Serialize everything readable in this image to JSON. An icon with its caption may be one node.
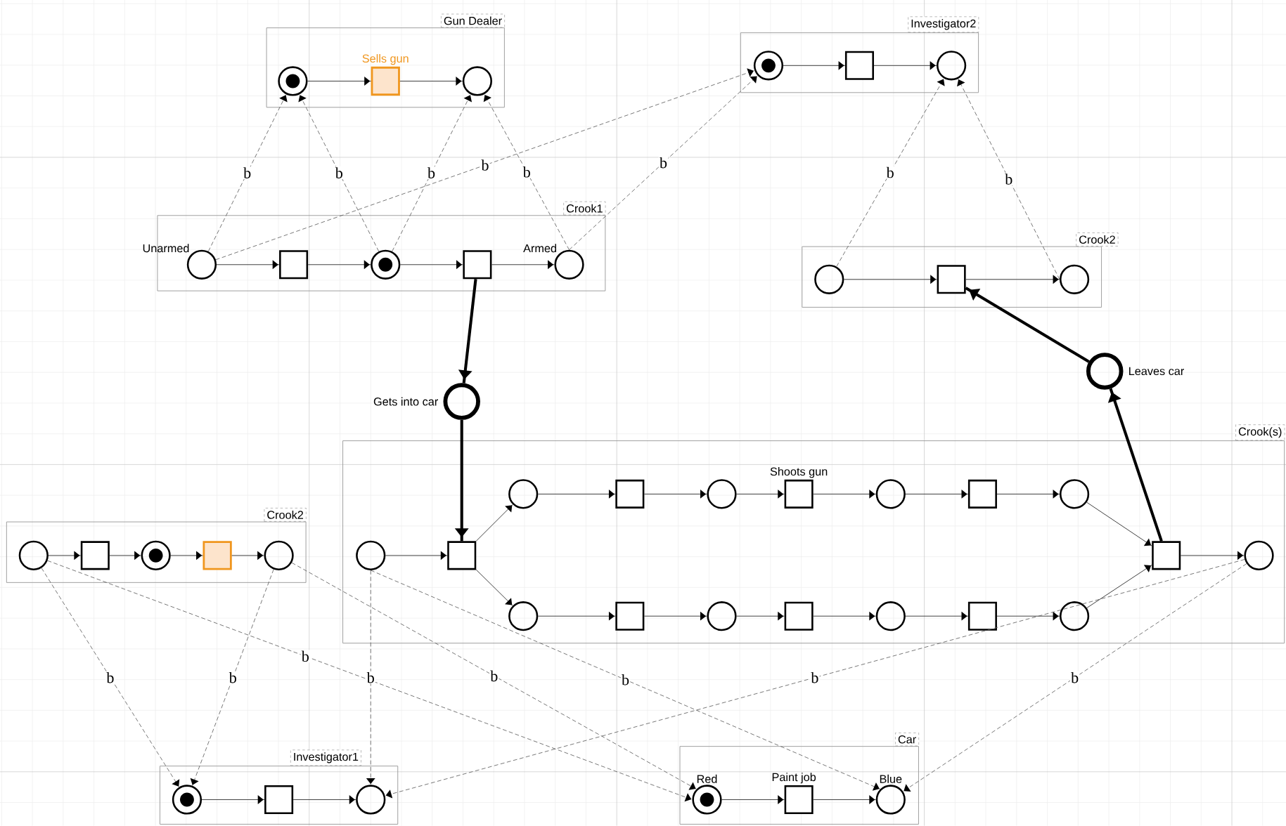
{
  "diagram": {
    "nodes": [
      {
        "text": [
          "Gun Dealer"
        ]
      },
      {
        "text": [],
        "shape": "circle",
        "in": 0
      },
      {
        "text": [
          "Sells gun"
        ],
        "in": 0
      },
      {
        "text": [],
        "shape": "circle",
        "in": 0
      },
      {
        "text": [
          "Investigator2"
        ]
      },
      {
        "text": [],
        "shape": "circle",
        "in": 4
      },
      {
        "text": [],
        "shape": "box",
        "in": 4
      },
      {
        "text": [],
        "shape": "circle",
        "in": 4
      },
      {
        "text": [
          "Crook1"
        ]
      },
      {
        "text": [
          "Unarmed"
        ],
        "in": 8
      },
      {
        "text": [],
        "shape": "box",
        "in": 8
      },
      {
        "text": [],
        "shape": "circle",
        "in": 8
      },
      {
        "text": [],
        "shape": "box",
        "in": 8
      },
      {
        "text": [
          "Armed"
        ],
        "in": 8
      },
      {
        "text": [
          "Crook2"
        ]
      },
      {
        "text": [],
        "shape": "circle",
        "in": 14
      },
      {
        "text": [],
        "shape": "box",
        "in": 14
      },
      {
        "text": [],
        "shape": "circle",
        "in": 14
      },
      {
        "text": [
          "Gets into car"
        ]
      },
      {
        "text": [
          "Leaves car"
        ]
      },
      {
        "text": [
          "Crook(s)"
        ]
      },
      {
        "text": [],
        "shape": "circle",
        "in": 20
      },
      {
        "text": [],
        "shape": "box",
        "in": 20
      },
      {
        "text": [],
        "shape": "circle",
        "in": 20
      },
      {
        "text": [],
        "shape": "box",
        "in": 20
      },
      {
        "text": [],
        "shape": "circle",
        "in": 20
      },
      {
        "text": [
          "Shoots gun"
        ],
        "in": 20
      },
      {
        "text": [],
        "shape": "circle",
        "in": 20
      },
      {
        "text": [],
        "shape": "box",
        "in": 20
      },
      {
        "text": [],
        "shape": "circle",
        "in": 20
      },
      {
        "text": [],
        "shape": "circle",
        "in": 20
      },
      {
        "text": [],
        "shape": "box",
        "in": 20
      },
      {
        "text": [],
        "shape": "circle",
        "in": 20
      },
      {
        "text": [],
        "shape": "box",
        "in": 20
      },
      {
        "text": [],
        "shape": "circle",
        "in": 20
      },
      {
        "text": [],
        "shape": "box",
        "in": 20
      },
      {
        "text": [],
        "shape": "circle",
        "in": 20
      },
      {
        "text": [],
        "shape": "box",
        "in": 20
      },
      {
        "text": [],
        "shape": "circle",
        "in": 20
      },
      {
        "text": [
          "Crook2"
        ]
      },
      {
        "text": [],
        "shape": "circle",
        "in": 39
      },
      {
        "text": [],
        "shape": "box",
        "in": 39
      },
      {
        "text": [],
        "shape": "circle",
        "in": 39
      },
      {
        "text": [],
        "shape": "box",
        "in": 39
      },
      {
        "text": [],
        "shape": "circle",
        "in": 39
      },
      {
        "text": [
          "Investigator1"
        ]
      },
      {
        "text": [],
        "shape": "circle",
        "in": 45
      },
      {
        "text": [],
        "shape": "box",
        "in": 45
      },
      {
        "text": [],
        "shape": "circle",
        "in": 45
      },
      {
        "text": [
          "Car"
        ]
      },
      {
        "text": [
          "Red"
        ],
        "in": 49
      },
      {
        "text": [
          "Paint job"
        ],
        "in": 49
      },
      {
        "text": [
          "Blue"
        ],
        "in": 49
      }
    ],
    "edges": [
      {
        "from": 1,
        "to": 2,
        "arrow": "to"
      },
      {
        "from": 2,
        "to": 3,
        "arrow": "to"
      },
      {
        "from": 5,
        "to": 6,
        "arrow": "to"
      },
      {
        "from": 6,
        "to": 7,
        "arrow": "to"
      },
      {
        "from": 9,
        "to": 10,
        "arrow": "to"
      },
      {
        "from": 10,
        "to": 11,
        "arrow": "to"
      },
      {
        "from": 11,
        "to": 12,
        "arrow": "to"
      },
      {
        "from": 12,
        "to": 13,
        "arrow": "to"
      },
      {
        "from": 15,
        "to": 16,
        "arrow": "to"
      },
      {
        "from": 16,
        "to": 17,
        "arrow": "to"
      },
      {
        "from": 21,
        "to": 22,
        "arrow": "to"
      },
      {
        "from": 22,
        "to": 23,
        "arrow": "to"
      },
      {
        "from": 22,
        "to": 30,
        "arrow": "to"
      },
      {
        "from": 23,
        "to": 24,
        "arrow": "to"
      },
      {
        "from": 24,
        "to": 25,
        "arrow": "to"
      },
      {
        "from": 25,
        "to": 26,
        "arrow": "to"
      },
      {
        "from": 26,
        "to": 27,
        "arrow": "to"
      },
      {
        "from": 27,
        "to": 28,
        "arrow": "to"
      },
      {
        "from": 28,
        "to": 29,
        "arrow": "to"
      },
      {
        "from": 29,
        "to": 37,
        "arrow": "to"
      },
      {
        "from": 30,
        "to": 31,
        "arrow": "to"
      },
      {
        "from": 31,
        "to": 32,
        "arrow": "to"
      },
      {
        "from": 32,
        "to": 33,
        "arrow": "to"
      },
      {
        "from": 33,
        "to": 34,
        "arrow": "to"
      },
      {
        "from": 34,
        "to": 35,
        "arrow": "to"
      },
      {
        "from": 35,
        "to": 36,
        "arrow": "to"
      },
      {
        "from": 36,
        "to": 37,
        "arrow": "to"
      },
      {
        "from": 37,
        "to": 38,
        "arrow": "to"
      },
      {
        "from": 40,
        "to": 41,
        "arrow": "to"
      },
      {
        "from": 41,
        "to": 42,
        "arrow": "to"
      },
      {
        "from": 42,
        "to": 43,
        "arrow": "to"
      },
      {
        "from": 43,
        "to": 44,
        "arrow": "to"
      },
      {
        "from": 46,
        "to": 47,
        "arrow": "to"
      },
      {
        "from": 47,
        "to": 48,
        "arrow": "to"
      },
      {
        "from": 50,
        "to": 51,
        "arrow": "to"
      },
      {
        "from": 51,
        "to": 52,
        "arrow": "to"
      },
      {
        "from": 12,
        "to": 18,
        "arrow": "to",
        "style": "thick"
      },
      {
        "from": 18,
        "to": 22,
        "arrow": "to",
        "style": "thick"
      },
      {
        "from": 37,
        "to": 19,
        "arrow": "to",
        "style": "thick"
      },
      {
        "from": 19,
        "to": 16,
        "arrow": "to",
        "style": "thick"
      },
      {
        "from": 9,
        "to": 1,
        "arrow": "to",
        "style": "dashed",
        "label": "b"
      },
      {
        "from": 11,
        "to": 1,
        "arrow": "to",
        "style": "dashed",
        "label": "b"
      },
      {
        "from": 11,
        "to": 3,
        "arrow": "to",
        "style": "dashed",
        "label": "b"
      },
      {
        "from": 13,
        "to": 3,
        "arrow": "to",
        "style": "dashed",
        "label": "b"
      },
      {
        "from": 9,
        "to": 5,
        "arrow": "to",
        "style": "dashed",
        "label": "b"
      },
      {
        "from": 13,
        "to": 5,
        "arrow": "to",
        "style": "dashed",
        "label": "b"
      },
      {
        "from": 15,
        "to": 7,
        "arrow": "to",
        "style": "dashed",
        "label": "b"
      },
      {
        "from": 17,
        "to": 7,
        "arrow": "to",
        "style": "dashed",
        "label": "b"
      },
      {
        "from": 40,
        "to": 46,
        "arrow": "to",
        "style": "dashed",
        "label": "b"
      },
      {
        "from": 44,
        "to": 46,
        "arrow": "to",
        "style": "dashed",
        "label": "b"
      },
      {
        "from": 21,
        "to": 48,
        "arrow": "to",
        "style": "dashed",
        "label": "b"
      },
      {
        "from": 40,
        "to": 50,
        "arrow": "to",
        "style": "dashed",
        "label": "b"
      },
      {
        "from": 44,
        "to": 50,
        "arrow": "to",
        "style": "dashed",
        "label": "b"
      },
      {
        "from": 21,
        "to": 52,
        "arrow": "to",
        "style": "dashed",
        "label": "b"
      },
      {
        "from": 38,
        "to": 48,
        "arrow": "to",
        "style": "dashed",
        "label": "b"
      },
      {
        "from": 38,
        "to": 52,
        "arrow": "to",
        "style": "dashed",
        "label": "b"
      }
    ]
  }
}
